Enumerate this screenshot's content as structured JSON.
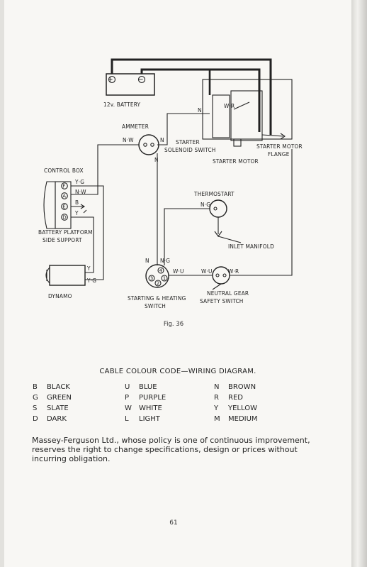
{
  "diagram": {
    "labels": {
      "battery": "12v. BATTERY",
      "battery_plus": "+",
      "battery_minus": "−",
      "ammeter": "AMMETER",
      "starter_solenoid_line1": "STARTER",
      "starter_solenoid_line2": "SOLENOID SWITCH",
      "starter_motor": "STARTER MOTOR",
      "starter_motor_flange_line1": "STARTER MOTOR",
      "starter_motor_flange_line2": "FLANGE",
      "control_box": "CONTROL BOX",
      "battery_platform_line1": "BATTERY PLATFORM",
      "battery_platform_line2": "SIDE SUPPORT",
      "thermostart": "THERMOSTART",
      "inlet_manifold": "INLET MANIFOLD",
      "dynamo": "DYNAMO",
      "starting_heating_line1": "STARTING & HEATING",
      "starting_heating_line2": "SWITCH",
      "neutral_gear_line1": "NEUTRAL GEAR",
      "neutral_gear_line2": "SAFETY SWITCH"
    },
    "wires": {
      "n_top": "N",
      "w_r_top": "W·R",
      "n_w_ammeter": "N·W",
      "n_ammeter_right": "N",
      "n_ammeter_down": "N",
      "y_g_cb": "Y·G",
      "n_w_cb": "N·W",
      "b_cb": "B",
      "y_cb": "Y",
      "n_g_thermo": "N·G",
      "y_dyn": "Y",
      "y_g_dyn": "Y·G",
      "n_sw": "N",
      "n_g_sw": "N·G",
      "w_u_sw": "W·U",
      "w_u_ng": "W·U",
      "w_r_ng": "W·R"
    },
    "terminals": {
      "f": "F",
      "a": "A",
      "e": "E",
      "d": "D",
      "sw1": "1",
      "sw2": "2",
      "sw3": "3",
      "sw4": "4"
    }
  },
  "figure_caption": "Fig. 36",
  "cable_code": {
    "title": "CABLE COLOUR CODE—WIRING DIAGRAM.",
    "columns": [
      [
        {
          "key": "B",
          "name": "BLACK"
        },
        {
          "key": "G",
          "name": "GREEN"
        },
        {
          "key": "S",
          "name": "SLATE"
        },
        {
          "key": "D",
          "name": "DARK"
        }
      ],
      [
        {
          "key": "U",
          "name": "BLUE"
        },
        {
          "key": "P",
          "name": "PURPLE"
        },
        {
          "key": "W",
          "name": "WHITE"
        },
        {
          "key": "L",
          "name": "LIGHT"
        }
      ],
      [
        {
          "key": "N",
          "name": "BROWN"
        },
        {
          "key": "R",
          "name": "RED"
        },
        {
          "key": "Y",
          "name": "YELLOW"
        },
        {
          "key": "M",
          "name": "MEDIUM"
        }
      ]
    ]
  },
  "disclaimer": "Massey-Ferguson Ltd., whose policy is one of continuous improvement, reserves the right to change specifications, design or prices without incurring obligation.",
  "page_number": "61"
}
